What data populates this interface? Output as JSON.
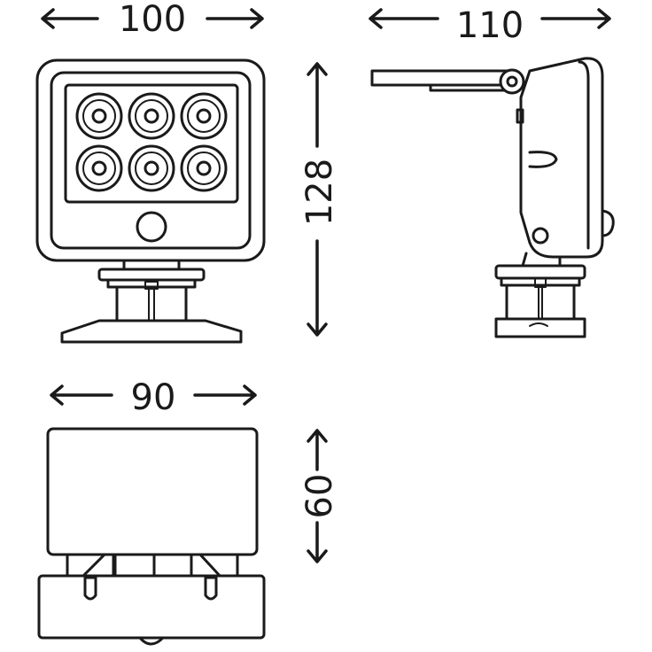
{
  "dimensions": {
    "front_width": "100",
    "side_width": "110",
    "front_height": "128",
    "top_width": "90",
    "top_depth": "60"
  },
  "colors": {
    "line": "#1a1a1a",
    "background": "#ffffff"
  },
  "front_view": {
    "led_count": 6
  }
}
